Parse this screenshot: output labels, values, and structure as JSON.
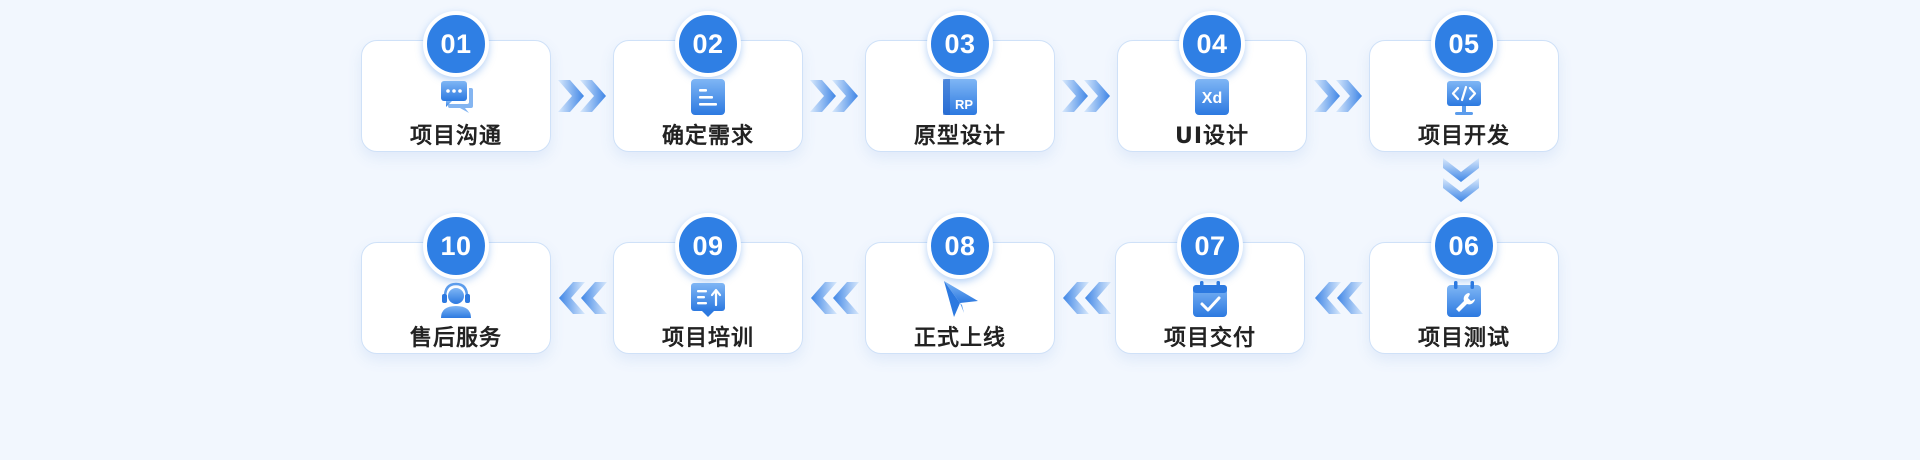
{
  "steps": [
    {
      "number": "01",
      "label": "项目沟通",
      "icon": "chat-bubbles-icon"
    },
    {
      "number": "02",
      "label": "确定需求",
      "icon": "document-icon"
    },
    {
      "number": "03",
      "label": "原型设计",
      "icon": "axure-rp-icon"
    },
    {
      "number": "04",
      "label": "UI设计",
      "icon": "adobe-xd-icon"
    },
    {
      "number": "05",
      "label": "项目开发",
      "icon": "code-monitor-icon"
    },
    {
      "number": "06",
      "label": "项目测试",
      "icon": "wrench-icon"
    },
    {
      "number": "07",
      "label": "项目交付",
      "icon": "calendar-check-icon"
    },
    {
      "number": "08",
      "label": "正式上线",
      "icon": "paper-plane-icon"
    },
    {
      "number": "09",
      "label": "项目培训",
      "icon": "training-board-icon"
    },
    {
      "number": "10",
      "label": "售后服务",
      "icon": "customer-service-icon"
    }
  ],
  "icon_texts": {
    "rp": "RP",
    "xd": "Xd"
  },
  "colors": {
    "background": "#f2f7fe",
    "badge": "#2f7fe4",
    "arrow": "#3f86e6",
    "label": "#222222",
    "card_border": "#cfe1f8"
  }
}
